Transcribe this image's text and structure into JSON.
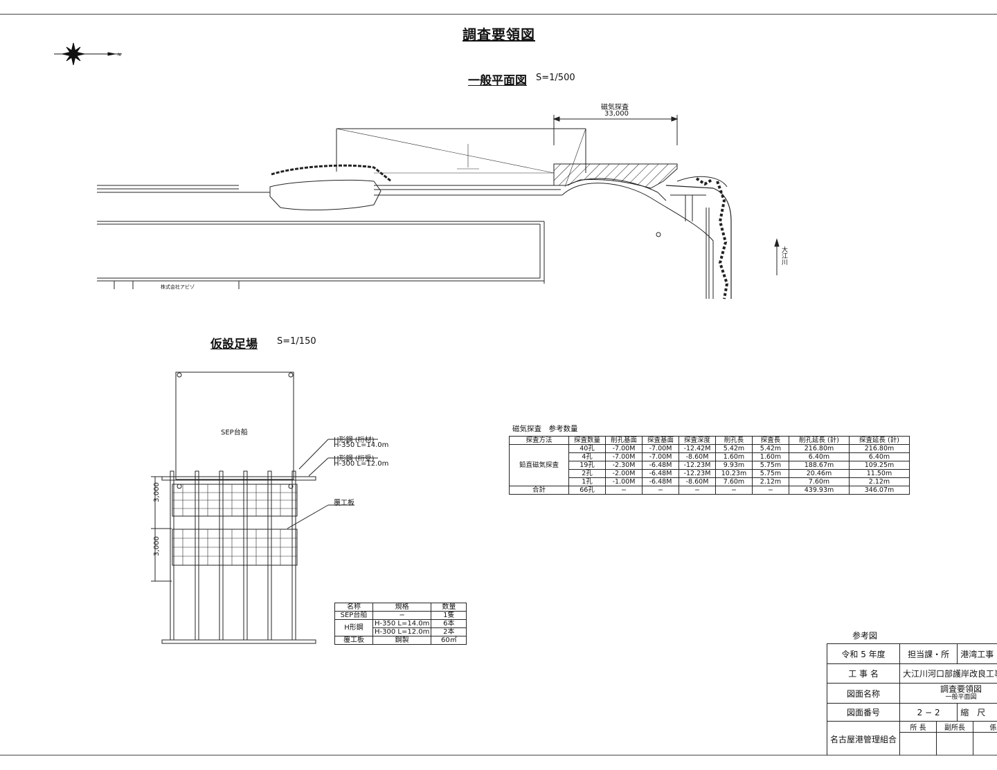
{
  "drawing": {
    "title": "調査要領図",
    "plan": {
      "title": "一般平面図",
      "scale": "S=1/500",
      "mag_label": "磁気探査",
      "mag_dim": "33,000",
      "river_label": "大江川",
      "company": "株式会社アビゾ"
    },
    "scaffold": {
      "title": "仮設足場",
      "scale": "S=1/150",
      "sep_label": "SEP台船",
      "h1_label": "H形鋼 (桁材)",
      "h1_spec": "H-350 L=14.0m",
      "h2_label": "H形鋼 (桁受)",
      "h2_spec": "H-300 L=12.0m",
      "cover_label": "覆工板",
      "dim1": "3,000",
      "dim2": "3,000"
    }
  },
  "materials": {
    "headers": [
      "名称",
      "規格",
      "数量"
    ],
    "sep": {
      "name": "SEP台船",
      "spec": "−",
      "qty": "1隻"
    },
    "h": {
      "name": "H形鋼",
      "rows": [
        {
          "spec": "H-350 L=14.0m",
          "qty": "6本"
        },
        {
          "spec": "H-300 L=12.0m",
          "qty": "2本"
        }
      ]
    },
    "cover": {
      "name": "覆工板",
      "spec": "鋼製",
      "qty": "60㎡"
    }
  },
  "survey": {
    "caption": "磁気探査　参考数量",
    "headers": [
      "探査方法",
      "探査数量",
      "削孔基面",
      "探査基面",
      "探査深度",
      "削孔長",
      "探査長",
      "削孔延長 (計)",
      "探査延長 (計)"
    ],
    "method": "鉛直磁気探査",
    "rows": [
      [
        "40孔",
        "-7.00M",
        "-7.00M",
        "-12.42M",
        "5.42m",
        "5.42m",
        "216.80m",
        "216.80m"
      ],
      [
        "4孔",
        "-7.00M",
        "-7.00M",
        "-8.60M",
        "1.60m",
        "1.60m",
        "6.40m",
        "6.40m"
      ],
      [
        "19孔",
        "-2.30M",
        "-6.48M",
        "-12.23M",
        "9.93m",
        "5.75m",
        "188.67m",
        "109.25m"
      ],
      [
        "2孔",
        "-2.00M",
        "-6.48M",
        "-12.23M",
        "10.23m",
        "5.75m",
        "20.46m",
        "11.50m"
      ],
      [
        "1孔",
        "-1.00M",
        "-6.48M",
        "-8.60M",
        "7.60m",
        "2.12m",
        "7.60m",
        "2.12m"
      ]
    ],
    "total": [
      "合計",
      "66孔",
      "−",
      "−",
      "−",
      "−",
      "−",
      "439.93m",
      "346.07m"
    ]
  },
  "title_block": {
    "caption": "参考図",
    "year": "令和 5 年度",
    "dept_label": "担当課・所",
    "dept_value": "港湾工事",
    "work_label": "工 事 名",
    "work_value": "大江川河口部護岸改良工事（そ",
    "drawing_label": "図面名称",
    "drawing_value": "調査要領図",
    "drawing_sub": "一般平面図",
    "number_label": "図面番号",
    "number_value": "2 − 2",
    "scale_label": "縮　尺",
    "org": "名古屋港管理組合",
    "roles": [
      "所 長",
      "副所長",
      "係 長"
    ]
  }
}
